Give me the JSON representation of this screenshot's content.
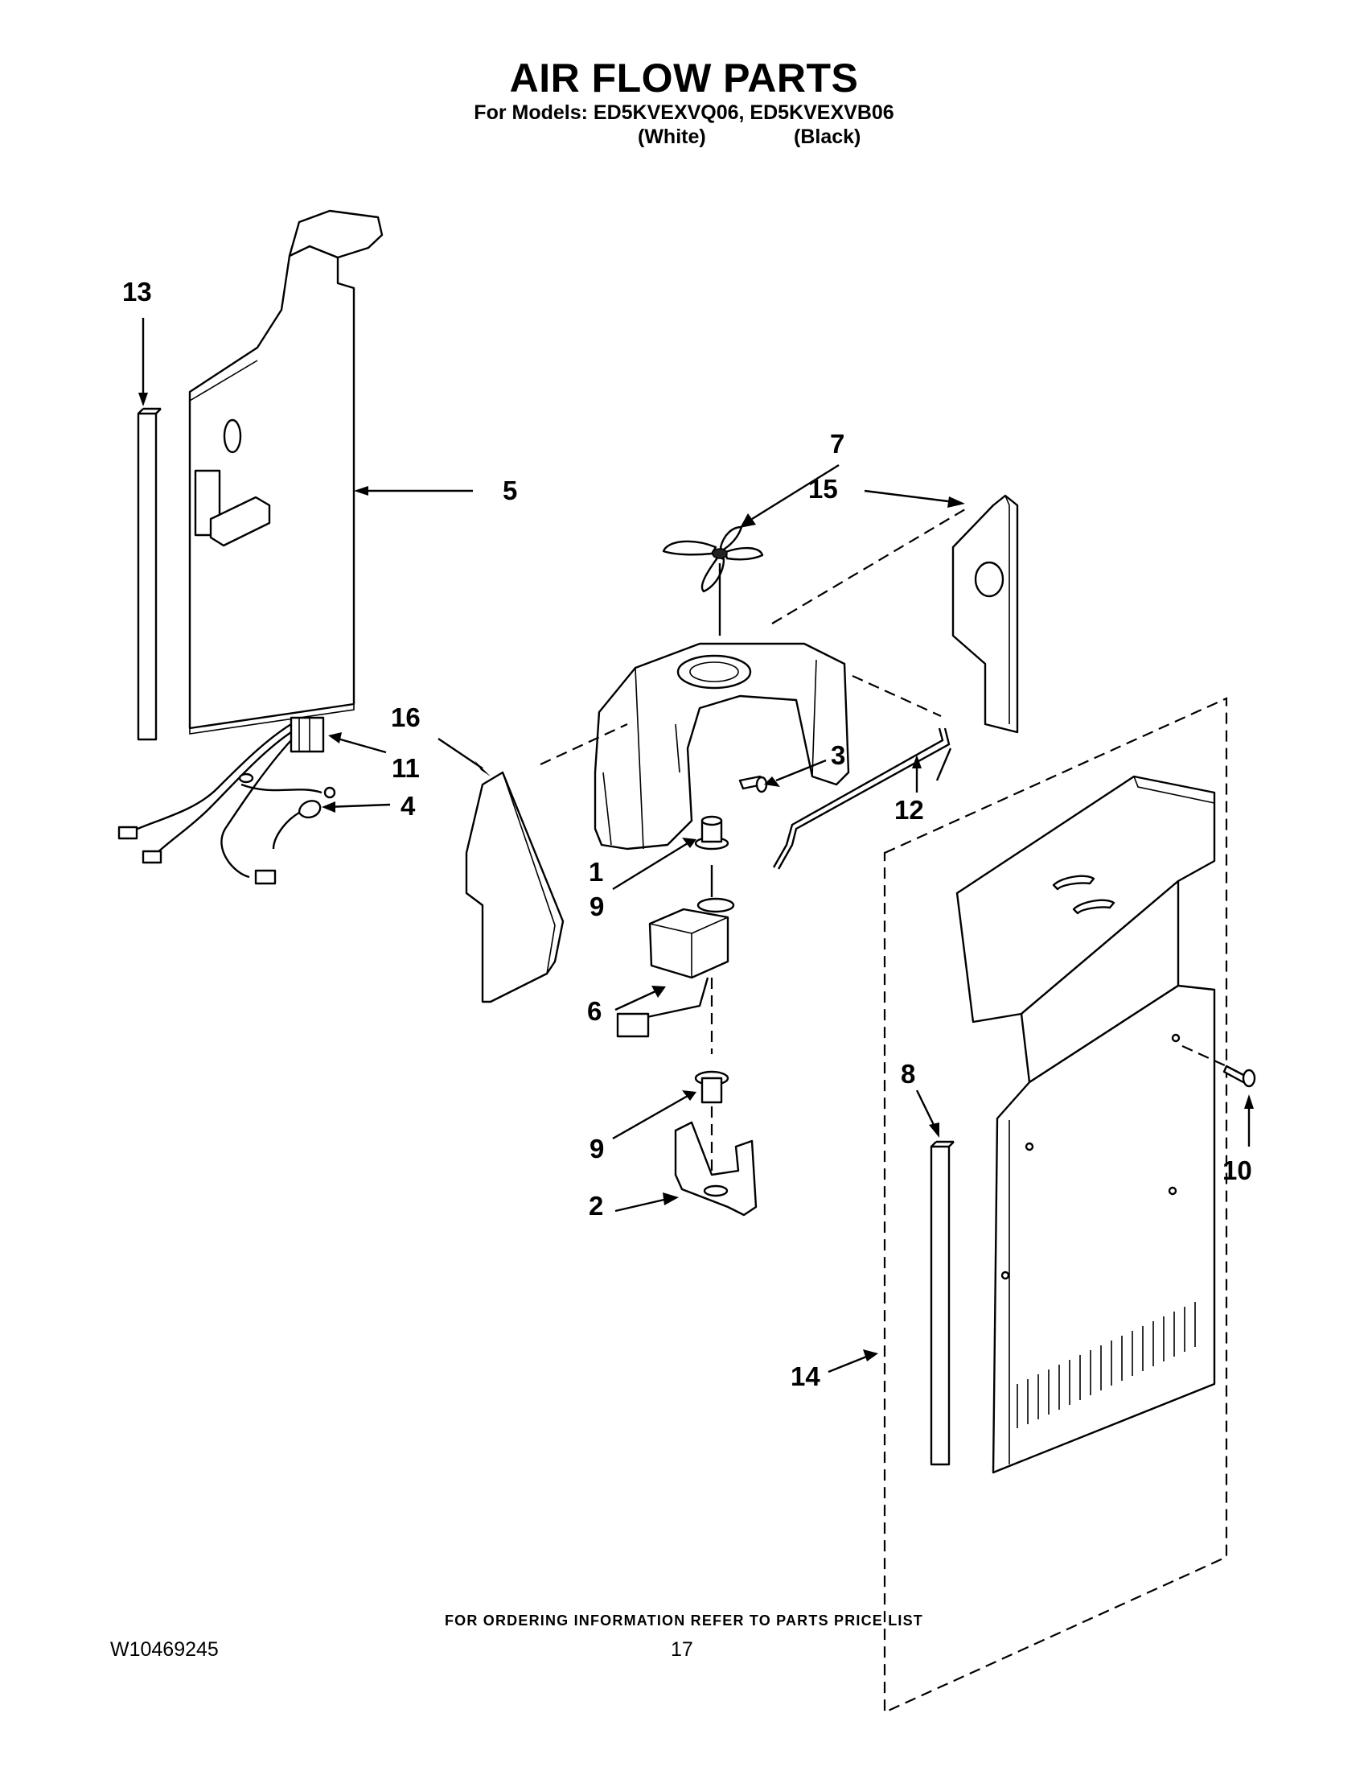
{
  "header": {
    "title": "AIR FLOW PARTS",
    "models_line": "For Models: ED5KVEXVQ06, ED5KVEXVB06",
    "color_white": "(White)",
    "color_black": "(Black)"
  },
  "callouts": [
    "13",
    "5",
    "7",
    "15",
    "16",
    "11",
    "4",
    "3",
    "12",
    "1",
    "9",
    "6",
    "8",
    "10",
    "9",
    "2",
    "14"
  ],
  "footer": {
    "ordering_note": "FOR ORDERING INFORMATION REFER TO PARTS PRICE LIST",
    "document_number": "W10469245",
    "page_number": "17"
  }
}
